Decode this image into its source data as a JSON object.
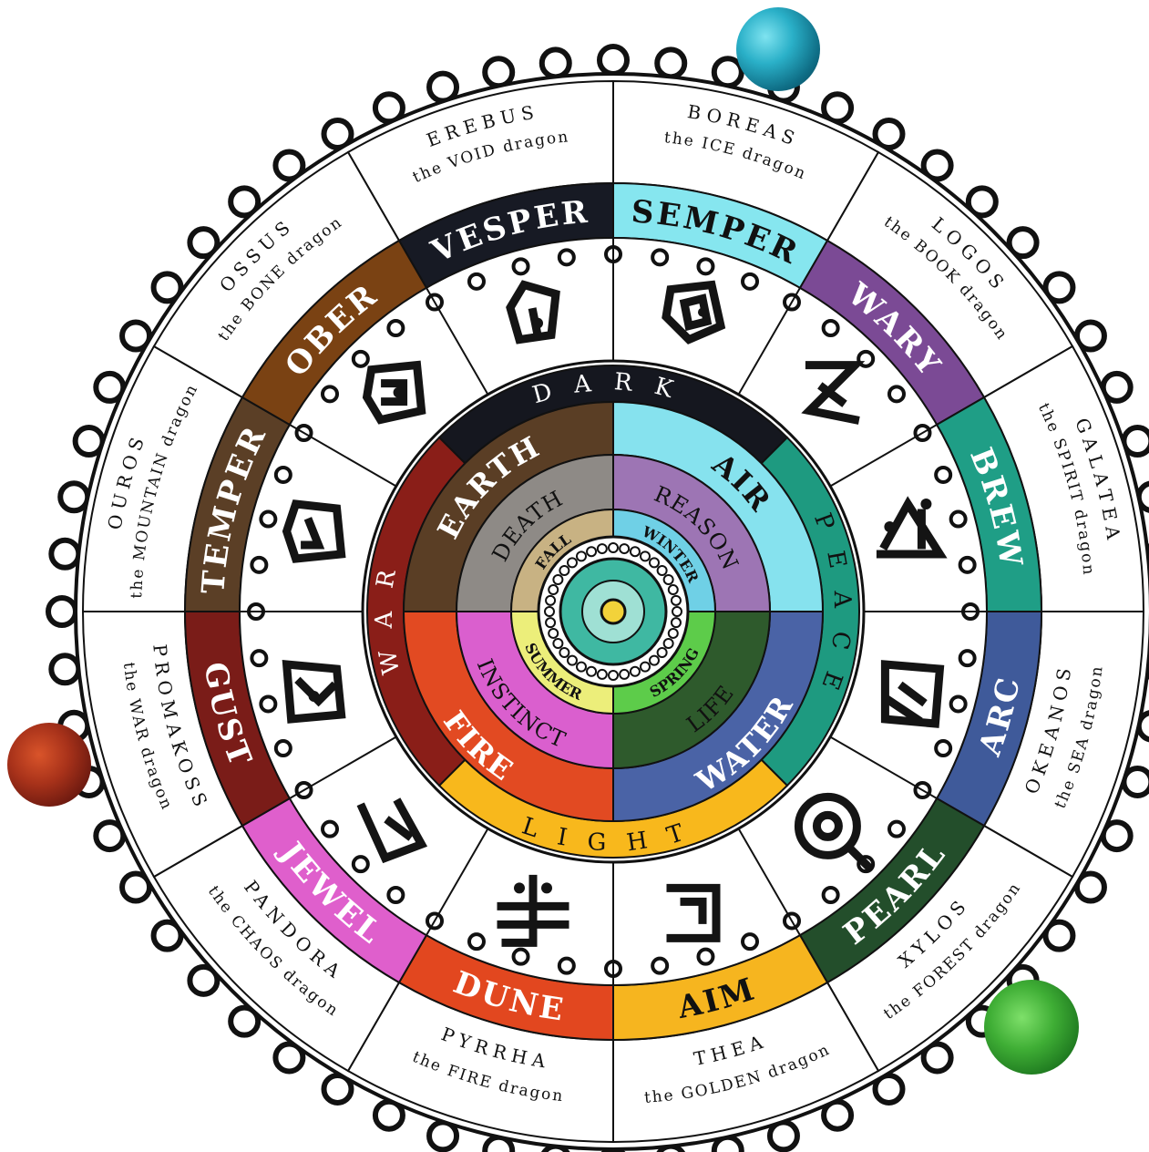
{
  "dragons": [
    {
      "dragon": "EREBUS",
      "title": "the VOID dragon",
      "word": "VESPER",
      "color": "#171a24",
      "rune": "rune-vesper"
    },
    {
      "dragon": "BOREAS",
      "title": "the ICE dragon",
      "word": "SEMPER",
      "color": "#86e6ef",
      "rune": "rune-semper"
    },
    {
      "dragon": "LOGOS",
      "title": "the BOOK dragon",
      "word": "WARY",
      "color": "#7b4a95",
      "rune": "rune-wary"
    },
    {
      "dragon": "GALATEA",
      "title": "the SPIRIT dragon",
      "word": "BREW",
      "color": "#1f9e86",
      "rune": "rune-brew"
    },
    {
      "dragon": "OKEANOS",
      "title": "the SEA dragon",
      "word": "ARC",
      "color": "#3f5a9a",
      "rune": "rune-arc"
    },
    {
      "dragon": "XYLOS",
      "title": "the FOREST dragon",
      "word": "PEARL",
      "color": "#234e2b",
      "rune": "rune-pearl"
    },
    {
      "dragon": "THEA",
      "title": "the GOLDEN dragon",
      "word": "AIM",
      "color": "#f6b51f",
      "rune": "rune-aim"
    },
    {
      "dragon": "PYRRHA",
      "title": "the FIRE dragon",
      "word": "DUNE",
      "color": "#e2471f",
      "rune": "rune-dune"
    },
    {
      "dragon": "PANDORA",
      "title": "the CHAOS dragon",
      "word": "JEWEL",
      "color": "#df5fcc",
      "rune": "rune-jewel"
    },
    {
      "dragon": "PROMAKOSS",
      "title": "the WAR dragon",
      "word": "GUST",
      "color": "#7a1c18",
      "rune": "rune-gust"
    },
    {
      "dragon": "OUROS",
      "title": "the MOUNTAIN dragon",
      "word": "TEMPER",
      "color": "#5b3f26",
      "rune": "rune-temper"
    },
    {
      "dragon": "OSSUS",
      "title": "the BONE dragon",
      "word": "OBER",
      "color": "#7a4213",
      "rune": "rune-ober"
    }
  ],
  "aspects": [
    {
      "label": "DARK",
      "color": "#15171f"
    },
    {
      "label": "PEACE",
      "color": "#1e9a80"
    },
    {
      "label": "LIGHT",
      "color": "#f8b81c"
    },
    {
      "label": "WAR",
      "color": "#8a1e18"
    }
  ],
  "elements": [
    {
      "label": "AIR",
      "color": "#86e2ee"
    },
    {
      "label": "WATER",
      "color": "#4a63a6"
    },
    {
      "label": "FIRE",
      "color": "#e24a22"
    },
    {
      "label": "EARTH",
      "color": "#5a3e25"
    }
  ],
  "states": [
    {
      "label": "REASON",
      "color": "#9d75b4"
    },
    {
      "label": "LIFE",
      "color": "#2e5a2c"
    },
    {
      "label": "INSTINCT",
      "color": "#da5fce"
    },
    {
      "label": "DEATH",
      "color": "#8e8a86"
    }
  ],
  "seasons": [
    {
      "label": "WINTER",
      "color": "#6fd0e6"
    },
    {
      "label": "SPRING",
      "color": "#5dcc4a"
    },
    {
      "label": "SUMMER",
      "color": "#ecee7a"
    },
    {
      "label": "FALL",
      "color": "#c8b283"
    }
  ],
  "core": {
    "ring_color": "#3fb8a2",
    "center_color": "#f2d23a"
  }
}
